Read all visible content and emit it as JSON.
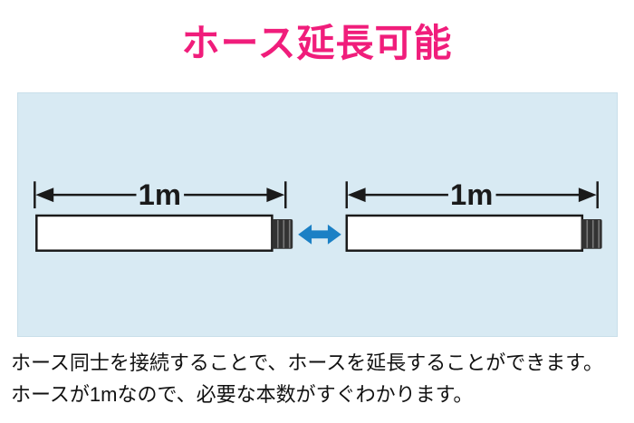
{
  "page": {
    "title": "ホース延長可能",
    "title_color": "#f01d7b",
    "background_color": "#ffffff"
  },
  "diagram": {
    "background_color": "#d8eaf3",
    "dimension_color": "#1a1a1a",
    "hose_fill": "#ffffff",
    "hose_border": "#1a1a1a",
    "connector_color": "#333333",
    "connector_rib_color": "#7a7a7a",
    "arrow_color": "#1b80c5",
    "connect_arrow_icon": "left-right-double-arrow",
    "left_hose": {
      "length_label": "1m"
    },
    "right_hose": {
      "length_label": "1m"
    }
  },
  "description": {
    "line1": "ホース同士を接続することで、ホースを延長することができます。",
    "line2": "ホースが1mなので、必要な本数がすぐわかります。"
  }
}
